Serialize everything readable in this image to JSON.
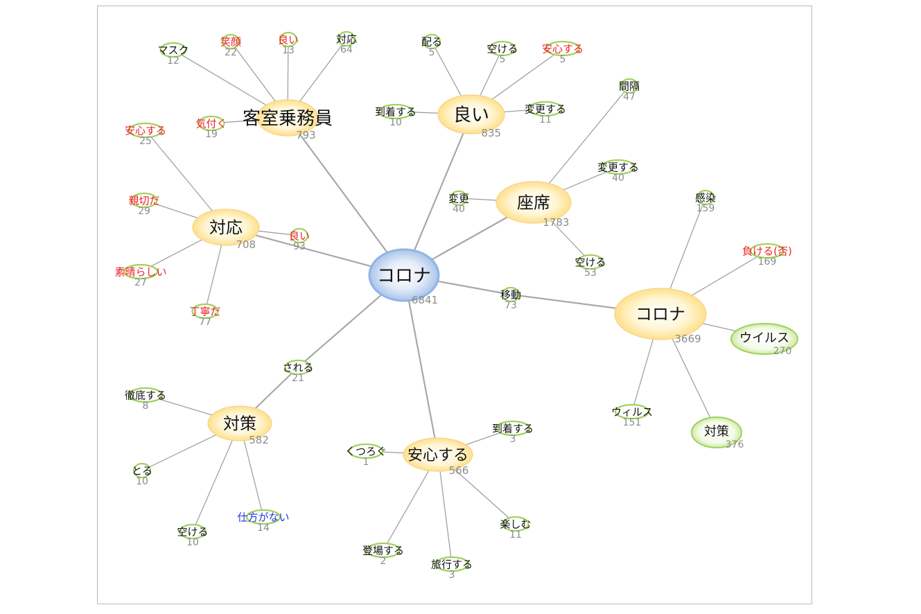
{
  "center": {
    "label": "コロナ",
    "count": "6841"
  },
  "hubs": [
    {
      "id": "h_kyakushitsu",
      "label": "客室乗務員",
      "count": "793",
      "children": [
        {
          "label": "マスク",
          "count": "12",
          "color": "black"
        },
        {
          "label": "笑顔",
          "count": "22",
          "color": "red"
        },
        {
          "label": "良い",
          "count": "13",
          "color": "red"
        },
        {
          "label": "対応",
          "count": "64",
          "color": "black"
        },
        {
          "label": "気付く",
          "count": "19",
          "color": "red"
        }
      ]
    },
    {
      "id": "h_yoi",
      "label": "良い",
      "count": "835",
      "children": [
        {
          "label": "配る",
          "count": "5",
          "color": "black"
        },
        {
          "label": "空ける",
          "count": "5",
          "color": "black"
        },
        {
          "label": "安心する",
          "count": "5",
          "color": "red"
        },
        {
          "label": "到着する",
          "count": "10",
          "color": "black"
        },
        {
          "label": "変更する",
          "count": "11",
          "color": "black"
        }
      ]
    },
    {
      "id": "h_taiou",
      "label": "対応",
      "count": "708",
      "children": [
        {
          "label": "安心する",
          "count": "25",
          "color": "red"
        },
        {
          "label": "親切だ",
          "count": "29",
          "color": "red"
        },
        {
          "label": "良い",
          "count": "93",
          "color": "red"
        },
        {
          "label": "素晴らしい",
          "count": "27",
          "color": "red"
        },
        {
          "label": "丁寧だ",
          "count": "77",
          "color": "red"
        }
      ]
    },
    {
      "id": "h_zaseki",
      "label": "座席",
      "count": "1783",
      "children": [
        {
          "label": "間隔",
          "count": "47",
          "color": "black"
        },
        {
          "label": "変更する",
          "count": "40",
          "color": "black"
        },
        {
          "label": "変更",
          "count": "40",
          "color": "black"
        },
        {
          "label": "空ける",
          "count": "53",
          "color": "black"
        }
      ]
    },
    {
      "id": "h_corona2",
      "label": "コロナ",
      "count": "3669",
      "children": [
        {
          "label": "感染",
          "count": "159",
          "color": "black"
        },
        {
          "label": "負ける(否)",
          "count": "169",
          "color": "red"
        },
        {
          "label": "ウイルス",
          "count": "270",
          "color": "black"
        },
        {
          "label": "ウィルス",
          "count": "151",
          "color": "black"
        },
        {
          "label": "対策",
          "count": "376",
          "color": "black"
        }
      ]
    },
    {
      "id": "h_taisaku",
      "label": "対策",
      "count": "582",
      "children": [
        {
          "label": "徹底する",
          "count": "8",
          "color": "black"
        },
        {
          "label": "とる",
          "count": "10",
          "color": "black"
        },
        {
          "label": "空ける",
          "count": "10",
          "color": "black"
        },
        {
          "label": "仕方がない",
          "count": "14",
          "color": "blue"
        }
      ]
    },
    {
      "id": "h_anshin",
      "label": "安心する",
      "count": "566",
      "children": [
        {
          "label": "到着する",
          "count": "3",
          "color": "black"
        },
        {
          "label": "くつろぐ",
          "count": "1",
          "color": "black"
        },
        {
          "label": "楽しむ",
          "count": "11",
          "color": "black"
        },
        {
          "label": "登場する",
          "count": "2",
          "color": "black"
        },
        {
          "label": "旅行する",
          "count": "3",
          "color": "black"
        }
      ]
    }
  ],
  "bridges": [
    {
      "label": "移動",
      "count": "73",
      "color": "black"
    },
    {
      "label": "される",
      "count": "21",
      "color": "black"
    }
  ],
  "colors": {
    "red": "#ee2222",
    "black": "#111111",
    "blue": "#2233dd",
    "hub_fill": "#ffe9a8",
    "hub_stroke": "#f5d38a",
    "center_fill": "#c6d7f0",
    "center_stroke": "#8fb4e6",
    "leaf_stroke": "#9ed25a",
    "leaf_fill": "#ffffff"
  }
}
